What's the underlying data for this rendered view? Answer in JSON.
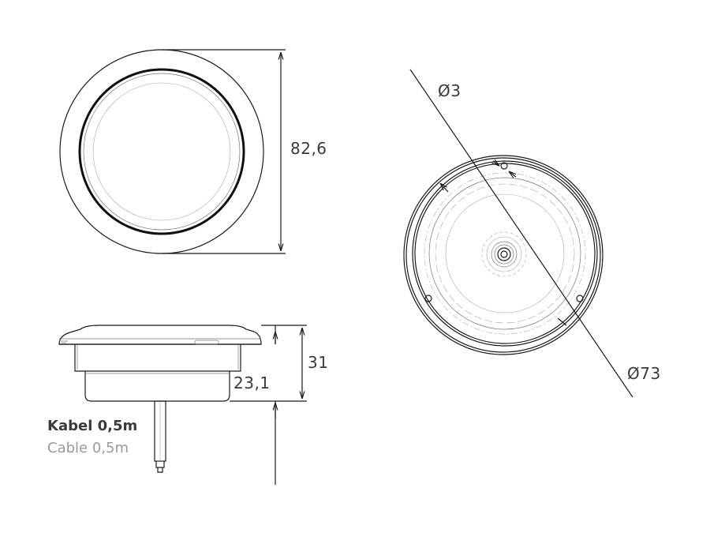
{
  "labels": {
    "outer_height": "82,6",
    "total_depth": "31",
    "body_depth": "23,1",
    "hole_diameter": "Ø3",
    "outer_diameter": "Ø73",
    "cable_de": "Kabel 0,5m",
    "cable_en": "Cable 0,5m"
  }
}
